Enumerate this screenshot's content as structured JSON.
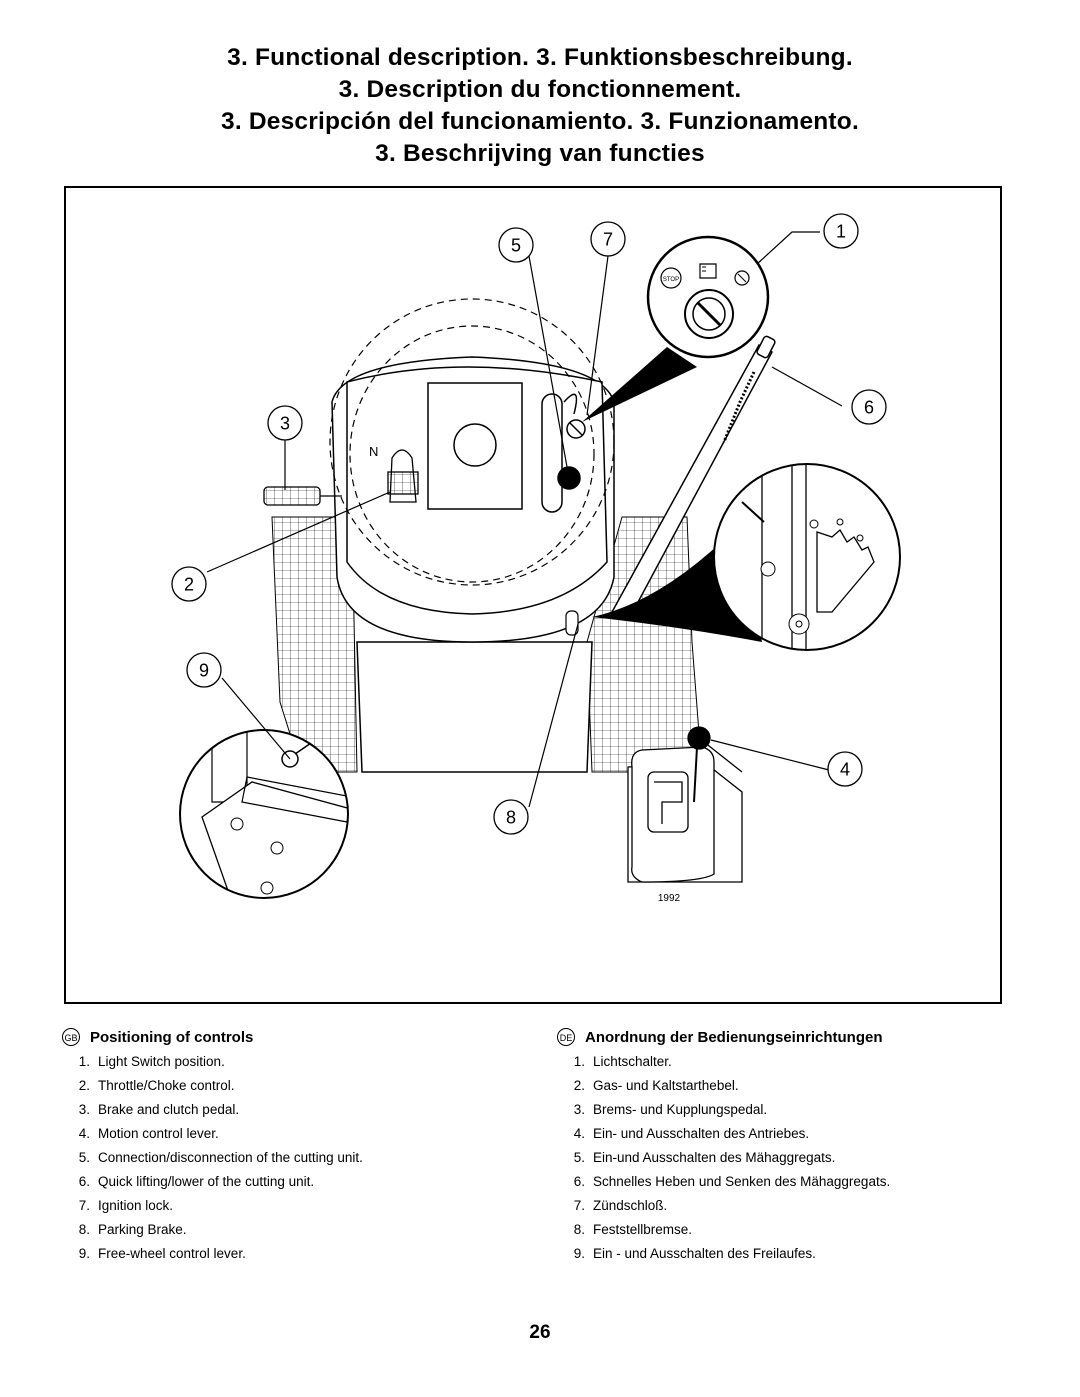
{
  "titles": [
    "3. Functional description.   3. Funktionsbeschreibung.",
    "3. Description du fonctionnement.",
    "3. Descripción del funcionamiento.   3. Funzionamento.",
    "3. Beschrijving van functies"
  ],
  "figure": {
    "callouts": [
      "1",
      "2",
      "3",
      "4",
      "5",
      "6",
      "7",
      "8",
      "9"
    ],
    "figure_code": "1992",
    "stop_label": "STOP",
    "neutral_mark": "N"
  },
  "legend_gb": {
    "badge": "GB",
    "title": "Positioning of controls",
    "items": [
      {
        "num": "1.",
        "text": "Light Switch position."
      },
      {
        "num": "2.",
        "text": "Throttle/Choke control."
      },
      {
        "num": "3.",
        "text": "Brake and clutch pedal."
      },
      {
        "num": "4.",
        "text": "Motion control lever."
      },
      {
        "num": "5.",
        "text": "Connection/disconnection of the cutting unit."
      },
      {
        "num": "6.",
        "text": "Quick lifting/lower of the cutting unit."
      },
      {
        "num": "7.",
        "text": "Ignition lock."
      },
      {
        "num": "8.",
        "text": "Parking Brake."
      },
      {
        "num": "9.",
        "text": "Free-wheel control lever."
      }
    ]
  },
  "legend_de": {
    "badge": "DE",
    "title": "Anordnung der Bedienungseinrichtungen",
    "items": [
      {
        "num": "1.",
        "text": "Lichtschalter."
      },
      {
        "num": "2.",
        "text": "Gas- und Kaltstarthebel."
      },
      {
        "num": "3.",
        "text": "Brems- und Kupplungspedal."
      },
      {
        "num": "4.",
        "text": "Ein- und Ausschalten des Antriebes."
      },
      {
        "num": "5.",
        "text": "Ein-und Ausschalten des Mähaggregats."
      },
      {
        "num": "6.",
        "text": "Schnelles Heben und Senken des Mähaggregats."
      },
      {
        "num": "7.",
        "text": "Zündschloß."
      },
      {
        "num": "8.",
        "text": "Feststellbremse."
      },
      {
        "num": "9.",
        "text": "Ein - und Ausschalten des Freilaufes."
      }
    ]
  },
  "page_number": "26"
}
